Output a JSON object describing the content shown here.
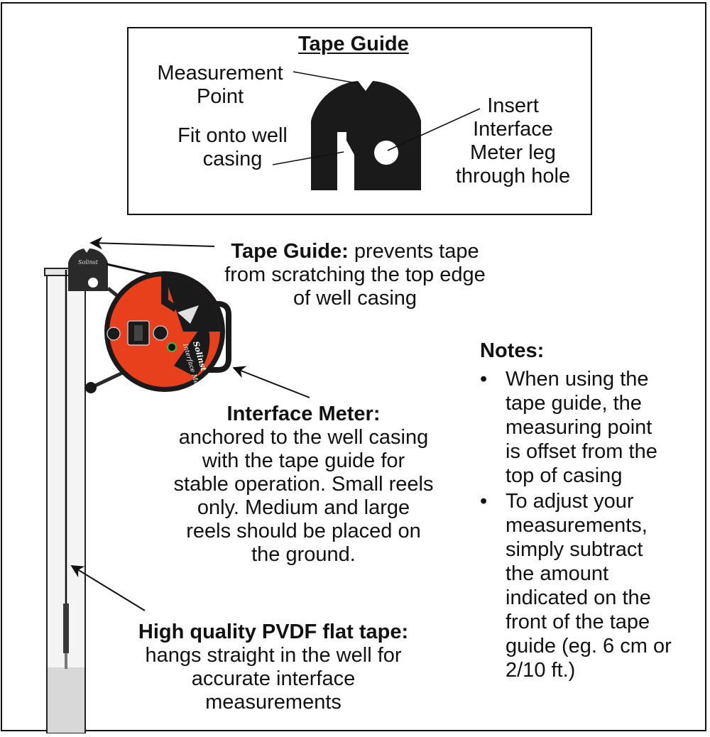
{
  "inset": {
    "title": "Tape Guide",
    "measurement_point": [
      "Measurement",
      "Point"
    ],
    "fit_onto": [
      "Fit onto well",
      "casing"
    ],
    "insert": [
      "Insert",
      "Interface",
      "Meter leg",
      "through hole"
    ]
  },
  "tape_guide_callout": {
    "bold": "Tape Guide:",
    "line1_rest": " prevents tape",
    "line2": "from scratching the top edge",
    "line3": "of well casing"
  },
  "interface_meter_callout": {
    "bold": "Interface Meter:",
    "lines": [
      "anchored to the well casing",
      "with the tape guide for",
      "stable operation. Small reels",
      "only. Medium and large",
      "reels should be placed on",
      "the ground."
    ]
  },
  "tape_callout": {
    "bold": "High quality PVDF flat tape:",
    "lines": [
      "hangs straight in the well for",
      "accurate interface",
      "measurements"
    ]
  },
  "notes": {
    "heading": "Notes:",
    "bullet": "•",
    "items": [
      [
        "When using the",
        "tape guide, the",
        "measuring point",
        "is offset from the",
        "top of casing"
      ],
      [
        "To adjust your",
        "measurements,",
        "simply subtract",
        "the amount",
        "indicated on the",
        "front of the tape",
        "guide (eg. 6 cm or",
        "2/10 ft.)"
      ]
    ]
  },
  "reel_text": {
    "brand": "Solinst",
    "model": "Interface Meter"
  },
  "colors": {
    "reel_red": "#e8401c",
    "reel_dark": "#1a1a1a",
    "casing_fill": "#f4f4f4",
    "water_fill": "#d8d8d8"
  }
}
